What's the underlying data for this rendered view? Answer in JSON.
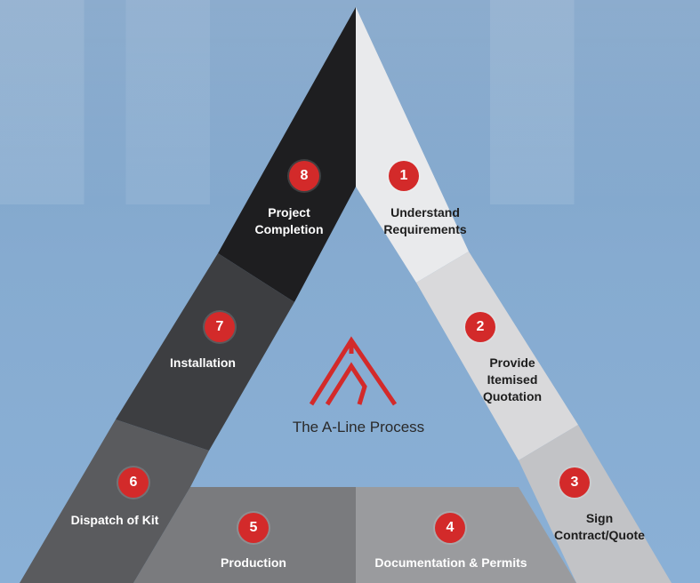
{
  "center_title": "The A-Line Process",
  "steps": [
    {
      "num": "1",
      "label": "Understand\nRequirements"
    },
    {
      "num": "2",
      "label": "Provide\nItemised\nQuotation"
    },
    {
      "num": "3",
      "label": "Sign\nContract/Quote"
    },
    {
      "num": "4",
      "label": "Documentation & Permits"
    },
    {
      "num": "5",
      "label": "Production"
    },
    {
      "num": "6",
      "label": "Dispatch of Kit"
    },
    {
      "num": "7",
      "label": "Installation"
    },
    {
      "num": "8",
      "label": "Project\nCompletion"
    }
  ],
  "colors": {
    "badge": "#d32a2a",
    "logo": "#d32a2a",
    "seg1": "#e9eaec",
    "seg2": "#d9d9db",
    "seg3": "#c2c3c6",
    "seg4": "#9a9b9e",
    "seg5": "#7a7b7e",
    "seg6": "#5a5b5e",
    "seg7": "#3d3e41",
    "seg8": "#1e1e20"
  }
}
